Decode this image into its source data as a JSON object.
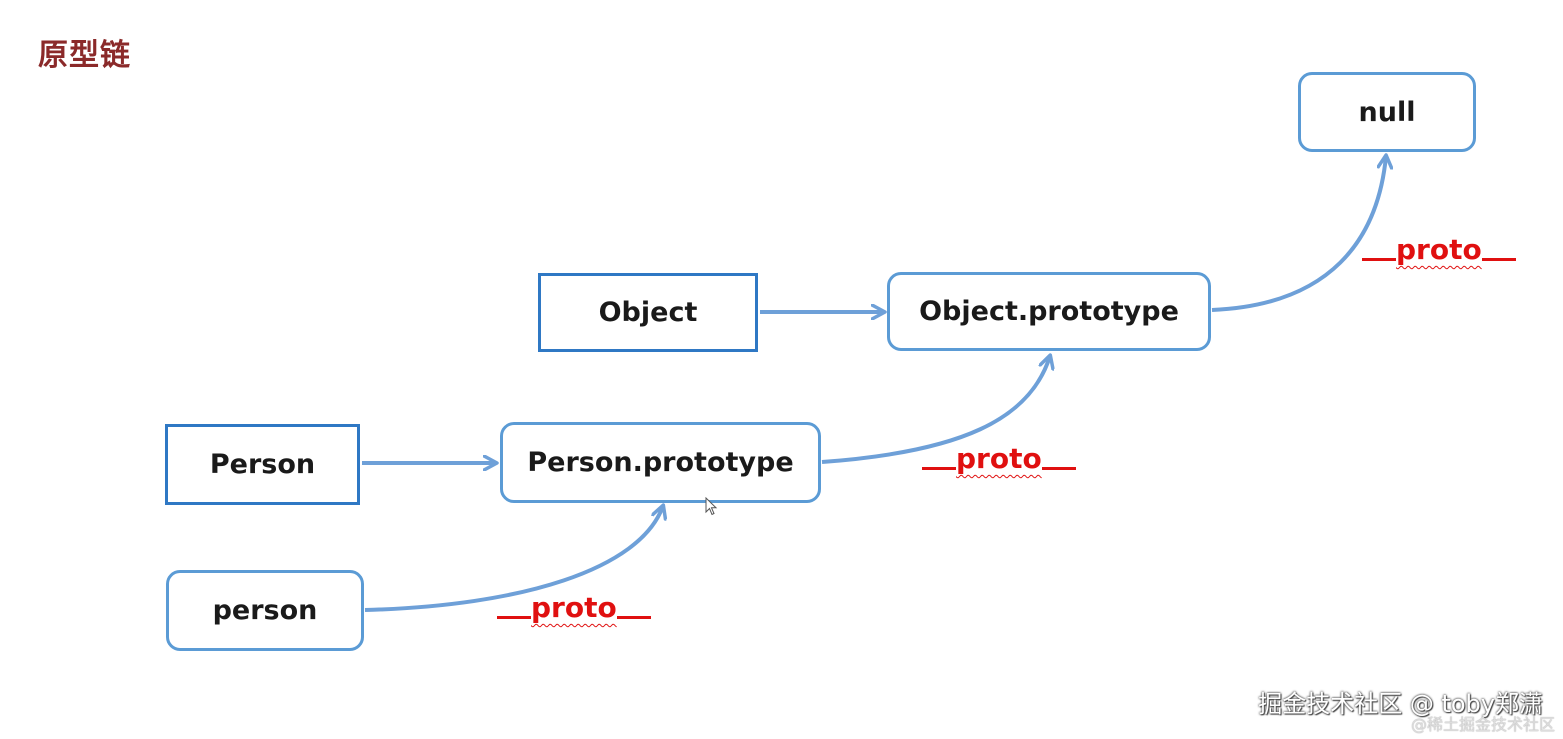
{
  "title": "原型链",
  "nodes": {
    "null": "null",
    "object": "Object",
    "object_prototype": "Object.prototype",
    "person_ctor": "Person",
    "person_prototype": "Person.prototype",
    "person_instance": "person"
  },
  "edge_labels": {
    "person_to_prototype": "proto",
    "prototype_to_object_prototype": "proto",
    "object_prototype_to_null": "proto"
  },
  "watermark": {
    "main": "掘金技术社区 @ toby郑潇",
    "sub": "@稀土掘金技术社区"
  },
  "colors": {
    "arrow": "#6ea0d8",
    "box_border": "#5b9bd5",
    "proto_label": "#e01010",
    "title": "#8b2a2a"
  },
  "icons": [
    "cursor-icon"
  ]
}
